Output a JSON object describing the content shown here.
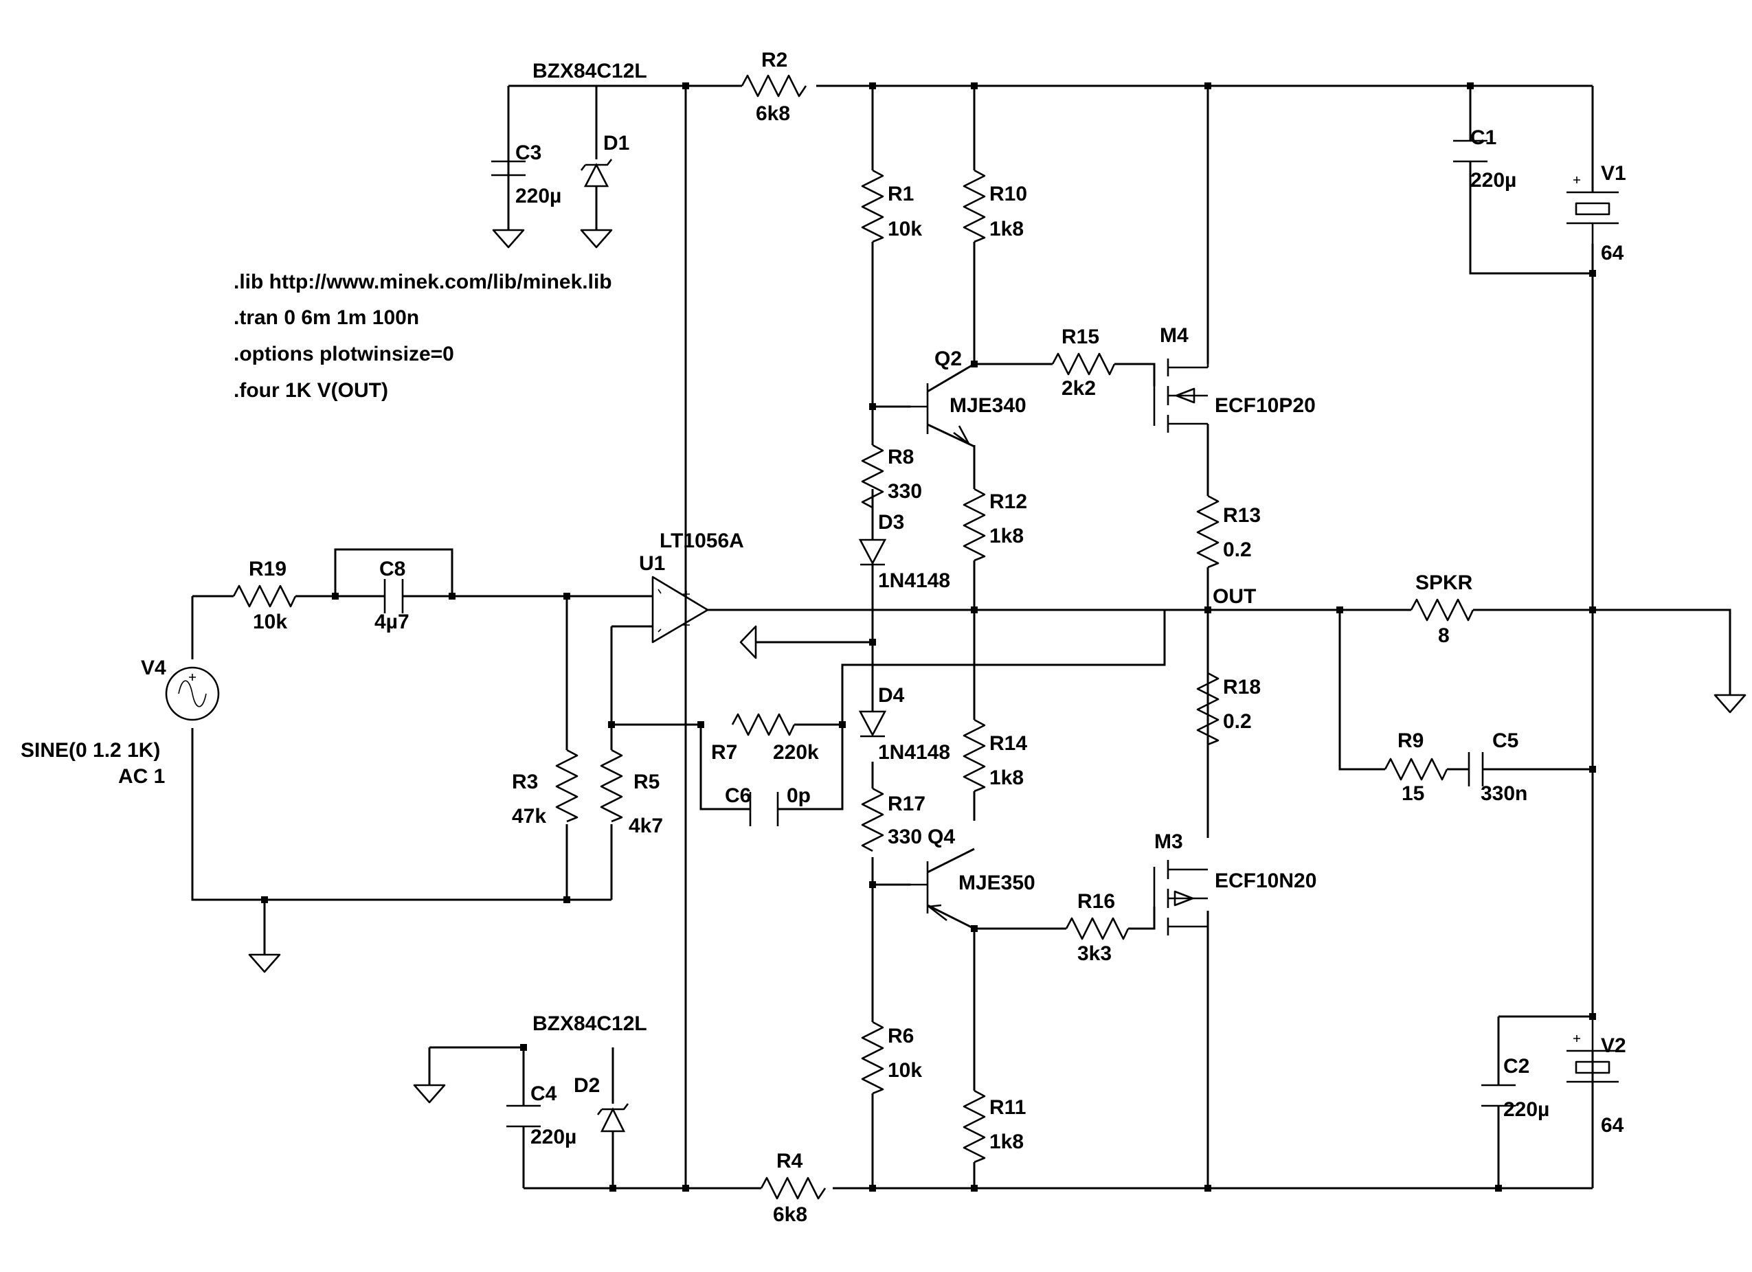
{
  "directives": [
    ".lib http://www.minek.com/lib/minek.lib",
    ".tran 0 6m 1m 100n",
    ".options plotwinsize=0",
    ".four 1K V(OUT)"
  ],
  "components": {
    "R1": {
      "ref": "R1",
      "value": "10k"
    },
    "R2": {
      "ref": "R2",
      "value": "6k8"
    },
    "R3": {
      "ref": "R3",
      "value": "47k"
    },
    "R4": {
      "ref": "R4",
      "value": "6k8"
    },
    "R5": {
      "ref": "R5",
      "value": "4k7"
    },
    "R6": {
      "ref": "R6",
      "value": "10k"
    },
    "R7": {
      "ref": "R7",
      "value": "220k"
    },
    "R8": {
      "ref": "R8",
      "value": "330"
    },
    "R9": {
      "ref": "R9",
      "value": "15"
    },
    "R10": {
      "ref": "R10",
      "value": "1k8"
    },
    "R11": {
      "ref": "R11",
      "value": "1k8"
    },
    "R12": {
      "ref": "R12",
      "value": "1k8"
    },
    "R13": {
      "ref": "R13",
      "value": "0.2"
    },
    "R14": {
      "ref": "R14",
      "value": "1k8"
    },
    "R15": {
      "ref": "R15",
      "value": "2k2"
    },
    "R16": {
      "ref": "R16",
      "value": "3k3"
    },
    "R17": {
      "ref": "R17",
      "value": "330"
    },
    "R18": {
      "ref": "R18",
      "value": "0.2"
    },
    "R19": {
      "ref": "R19",
      "value": "10k"
    },
    "SPKR": {
      "ref": "SPKR",
      "value": "8"
    },
    "C1": {
      "ref": "C1",
      "value": "220µ"
    },
    "C2": {
      "ref": "C2",
      "value": "220µ"
    },
    "C3": {
      "ref": "C3",
      "value": "220µ"
    },
    "C4": {
      "ref": "C4",
      "value": "220µ"
    },
    "C5": {
      "ref": "C5",
      "value": "330n"
    },
    "C6": {
      "ref": "C6",
      "value": "0p"
    },
    "C8": {
      "ref": "C8",
      "value": "4µ7"
    },
    "D1": {
      "ref": "D1",
      "value": "BZX84C12L"
    },
    "D2": {
      "ref": "D2",
      "value": "BZX84C12L"
    },
    "D3": {
      "ref": "D3",
      "value": "1N4148"
    },
    "D4": {
      "ref": "D4",
      "value": "1N4148"
    },
    "Q2": {
      "ref": "Q2",
      "value": "MJE340"
    },
    "Q4": {
      "ref": "Q4",
      "value": "MJE350"
    },
    "M3": {
      "ref": "M3",
      "value": "ECF10N20"
    },
    "M4": {
      "ref": "M4",
      "value": "ECF10P20"
    },
    "U1": {
      "ref": "U1",
      "value": "LT1056A"
    },
    "V1": {
      "ref": "V1",
      "value": "64"
    },
    "V2": {
      "ref": "V2",
      "value": "64"
    },
    "V4": {
      "ref": "V4",
      "value": "SINE(0 1.2 1K)",
      "value2": "AC 1"
    }
  },
  "nets": {
    "out": "OUT"
  }
}
